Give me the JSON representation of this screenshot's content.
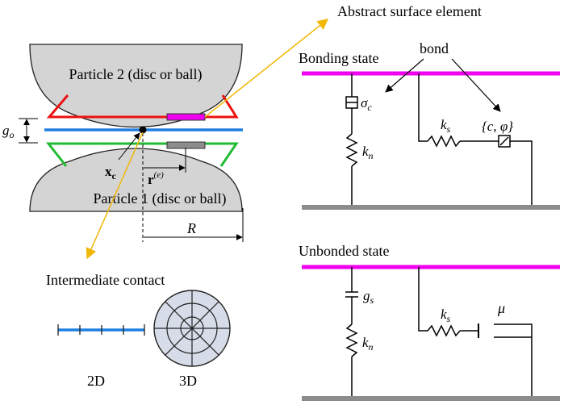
{
  "colors": {
    "magenta": "#ee00ee",
    "blue": "#1e7fe0",
    "red": "#ee1111",
    "green": "#22bb33",
    "gray_particle": "#d4d4d4",
    "ground": "#8c8c8c",
    "arrow_yellow": "#f2b705",
    "disc_fill": "#d6dce8"
  },
  "labels": {
    "abstract_surface_element": "Abstract surface element",
    "particle2": "Particle 2 (disc or ball)",
    "particle1": "Particle 1 (disc or ball)",
    "g_o": "g",
    "g_o_sub": "o",
    "x_c": "x",
    "x_c_sub": "c",
    "r_e": "r",
    "r_e_sup": "(e)",
    "R": "R",
    "intermediate_contact": "Intermediate contact",
    "two_d": "2D",
    "three_d": "3D"
  },
  "bonding": {
    "title": "Bonding state",
    "bond": "bond",
    "sigma": "σ",
    "sigma_sub": "c",
    "k_s": "k",
    "k_s_sub": "s",
    "k_n": "k",
    "k_n_sub": "n",
    "c_phi": "{c, φ}"
  },
  "unbonded": {
    "title": "Unbonded state",
    "g_s": "g",
    "g_s_sub": "s",
    "k_s": "k",
    "k_s_sub": "s",
    "k_n": "k",
    "k_n_sub": "n",
    "mu": "μ"
  }
}
